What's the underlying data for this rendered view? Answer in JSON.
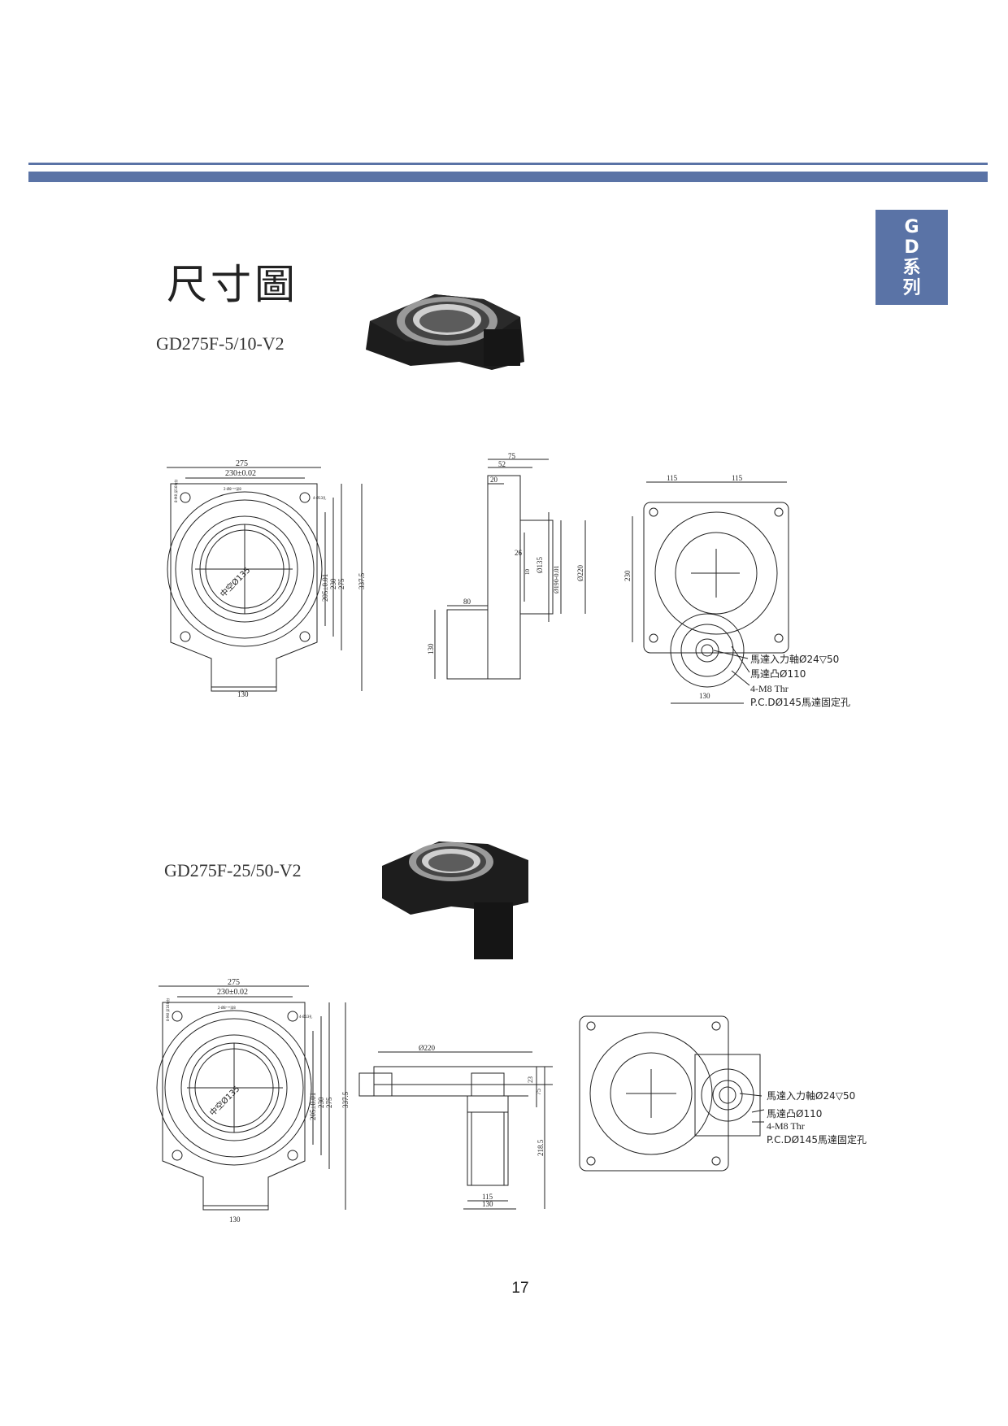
{
  "header": {
    "side_tab": [
      "G",
      "D",
      "系",
      "列"
    ]
  },
  "page_title": "尺寸圖",
  "sections": [
    {
      "model": "GD275F-5/10-V2",
      "front": {
        "width_label": "275",
        "hole_spacing_label": "230±0.02",
        "small_note_left": "2-Ø8⁺ᴴ⁷深8",
        "small_note_right": "4-Ø13孔",
        "side_note": "8-M8 深16均分",
        "dims_right": [
          "205±0.01",
          "230",
          "275",
          "337.5"
        ],
        "hollow_label": "中空Ø135",
        "bottom_label": "130"
      },
      "side": {
        "top_labels": [
          "75",
          "52",
          "20"
        ],
        "left_label": "80",
        "height_label": "130",
        "dims_right": [
          "26",
          "Ø135",
          "Ø190-0.01",
          "Ø220"
        ],
        "small_label": "10"
      },
      "back": {
        "top_labels": [
          "115",
          "115"
        ],
        "left_label": "230",
        "bottom_label": "130",
        "callouts": [
          "馬達入力軸Ø24▽50",
          "馬達凸Ø110",
          "4-M8 Thr",
          "P.C.DØ145馬達固定孔"
        ]
      }
    },
    {
      "model": "GD275F-25/50-V2",
      "front": {
        "width_label": "275",
        "hole_spacing_label": "230±0.02",
        "small_note_left": "2-Ø8⁺ᴴ⁷深8",
        "small_note_right": "4-Ø13孔",
        "side_note": "8-M8 深16均分",
        "dims_right": [
          "205±0.01",
          "230",
          "275",
          "337.5"
        ],
        "hollow_label": "中空Ø135",
        "bottom_label": "130"
      },
      "side": {
        "top_label": "Ø220",
        "dims_right": [
          "23",
          "75",
          "218.5"
        ],
        "bottom_labels": [
          "115",
          "130"
        ]
      },
      "back": {
        "callouts": [
          "馬達入力軸Ø24▽50",
          "馬達凸Ø110",
          "4-M8 Thr",
          "P.C.DØ145馬達固定孔"
        ]
      }
    }
  ],
  "page_number": "17"
}
